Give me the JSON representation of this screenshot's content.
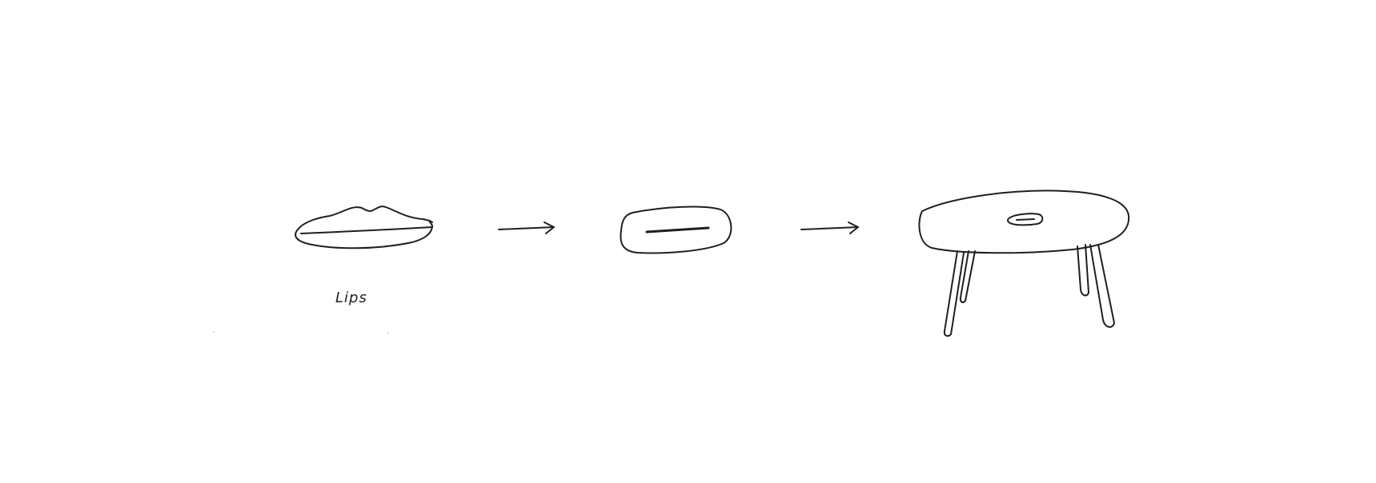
{
  "diagram": {
    "steps": [
      {
        "id": "lips",
        "caption": "Lips"
      },
      {
        "id": "oval-slot",
        "caption": ""
      },
      {
        "id": "side-table",
        "caption": ""
      }
    ],
    "connector": "arrow",
    "stroke_color": "#1f1f1f",
    "background_color": "#ffffff"
  }
}
